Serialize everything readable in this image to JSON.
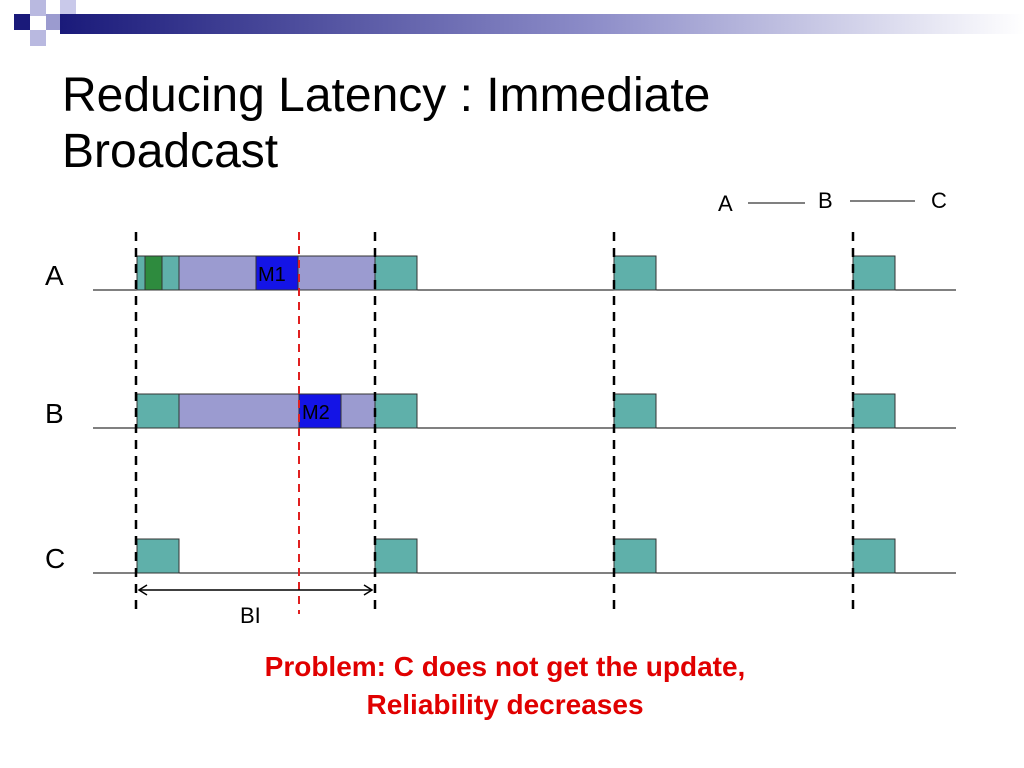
{
  "title": {
    "line1": "Reducing Latency : Immediate",
    "line2": "Broadcast"
  },
  "topology": {
    "nodes": [
      "A",
      "B",
      "C"
    ]
  },
  "rows": [
    {
      "label": "A"
    },
    {
      "label": "B"
    },
    {
      "label": "C"
    }
  ],
  "messages": {
    "m1": "M1",
    "m2": "M2"
  },
  "interval_label": "BI",
  "problem": {
    "line1": "Problem: C does not get the update,",
    "line2": "Reliability decreases"
  },
  "colors": {
    "beacon": "#5fb0aa",
    "active_period": "#9b9bd0",
    "message": "#1414e6",
    "green_slot": "#2e8b3e",
    "red_marker": "#e02020",
    "problem_text": "#e00000",
    "brand_dark": "#1a1a7a",
    "brand_light": "#9b9bcf"
  }
}
